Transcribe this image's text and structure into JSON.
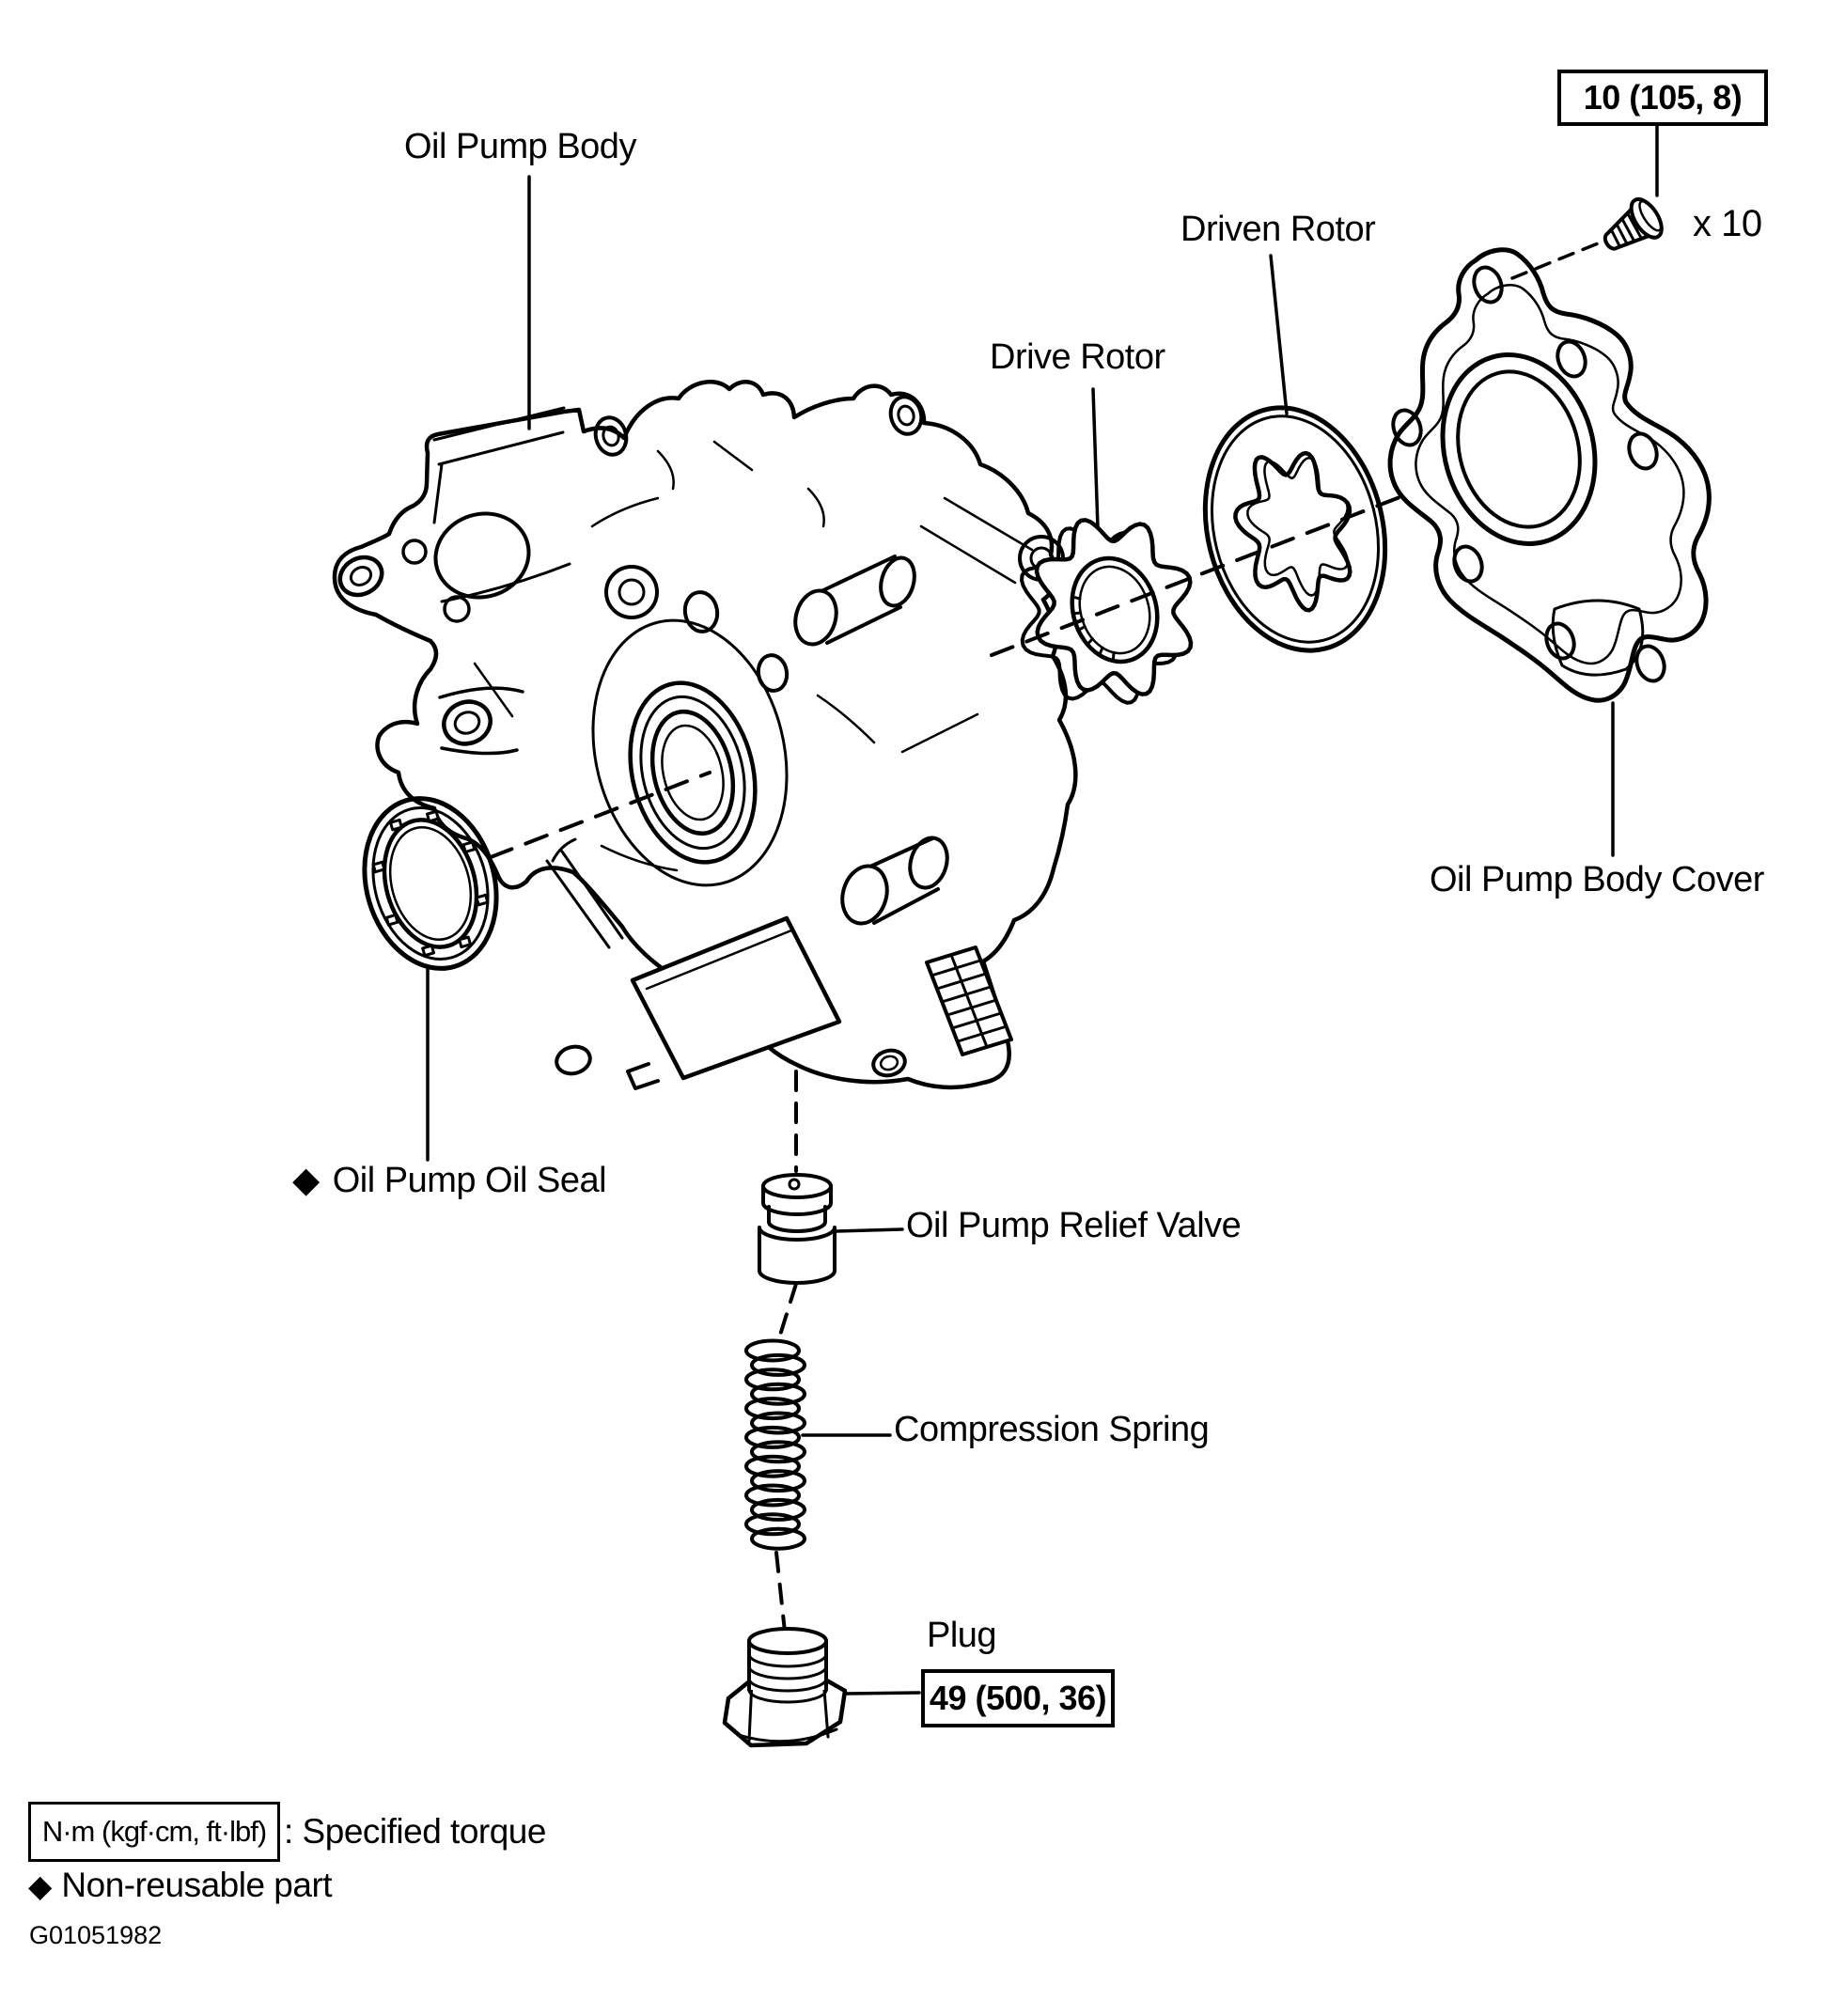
{
  "diagram": {
    "labels": {
      "oil_pump_body": "Oil Pump Body",
      "drive_rotor": "Drive Rotor",
      "driven_rotor": "Driven Rotor",
      "oil_pump_body_cover": "Oil Pump Body Cover",
      "oil_pump_oil_seal": "Oil Pump Oil Seal",
      "oil_pump_relief_valve": "Oil Pump Relief Valve",
      "compression_spring": "Compression Spring",
      "plug": "Plug"
    },
    "markers": {
      "non_reusable_diamond": "◆",
      "bolt_count": "x 10"
    },
    "torque_specs": [
      {
        "part": "cover-bolt",
        "value": "10 (105, 8)"
      },
      {
        "part": "plug",
        "value": "49 (500, 36)"
      }
    ],
    "legend": {
      "torque_units_box": "N·m (kgf·cm, ft·lbf)",
      "torque_units_note": ": Specified torque",
      "non_reusable_note": "Non-reusable part"
    },
    "figure_id": "G01051982",
    "colors": {
      "line": "#000000",
      "background": "#ffffff"
    }
  }
}
